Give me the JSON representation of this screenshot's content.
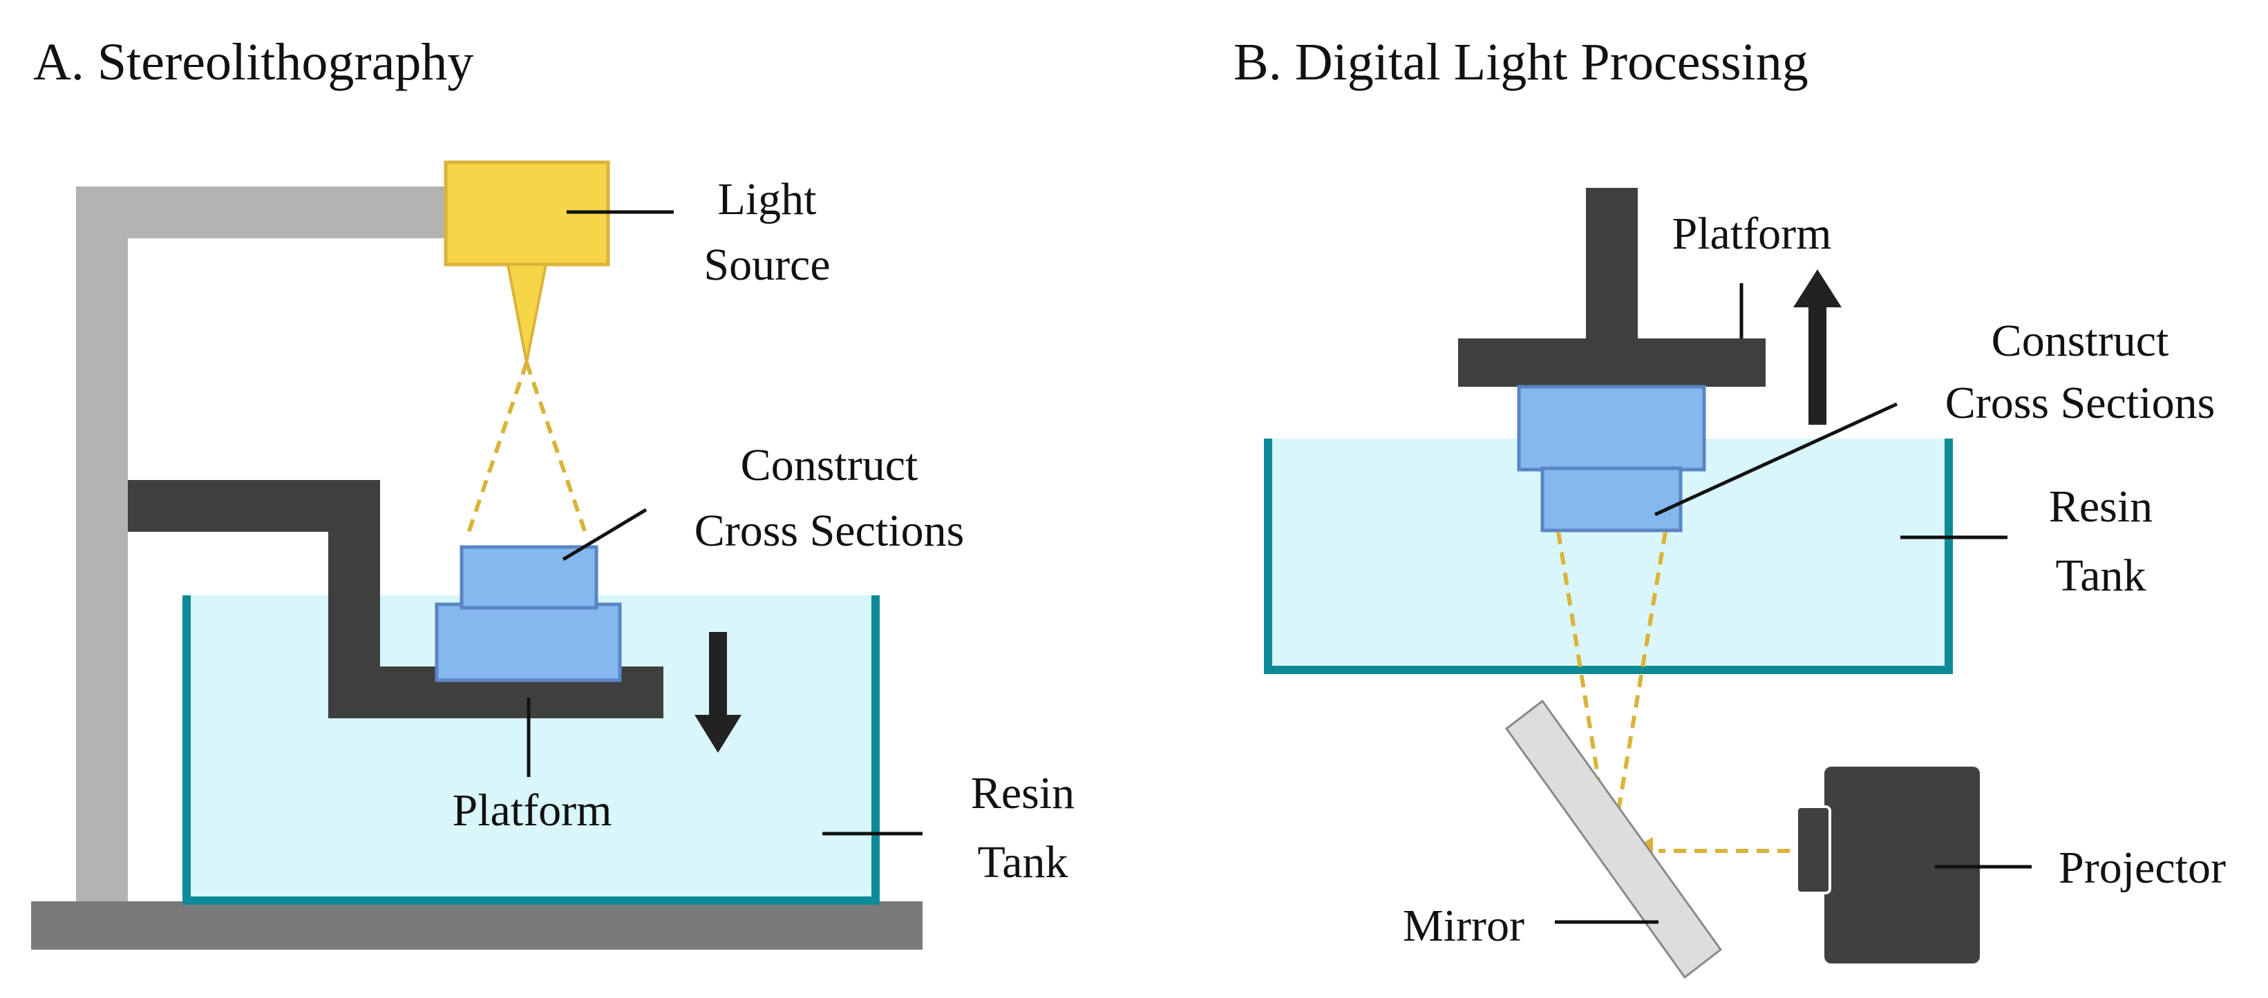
{
  "panel_a": {
    "title": "A. Stereolithography",
    "light_source_line1": "Light",
    "light_source_line2": "Source",
    "construct_line1": "Construct",
    "construct_line2": "Cross Sections",
    "platform": "Platform",
    "resin_line1": "Resin",
    "resin_line2": "Tank",
    "arrow_direction": "down"
  },
  "panel_b": {
    "title": "B. Digital Light Processing",
    "platform": "Platform",
    "construct_line1": "Construct",
    "construct_line2": "Cross Sections",
    "resin_line1": "Resin",
    "resin_line2": "Tank",
    "mirror": "Mirror",
    "projector": "Projector",
    "arrow_direction": "up"
  },
  "colors": {
    "frame_gray": "#b3b3b3",
    "base_gray": "#7a7a7a",
    "platform_dark": "#3f3f3f",
    "light_source": "#f7d548",
    "beam": "#d9b43a",
    "construct_blue": "#84b8ee",
    "construct_edge": "#5b84c4",
    "resin_fill": "#d9f6fb",
    "tank_edge": "#0d8a96",
    "mirror_fill": "#dddddd",
    "projector": "#404040"
  }
}
